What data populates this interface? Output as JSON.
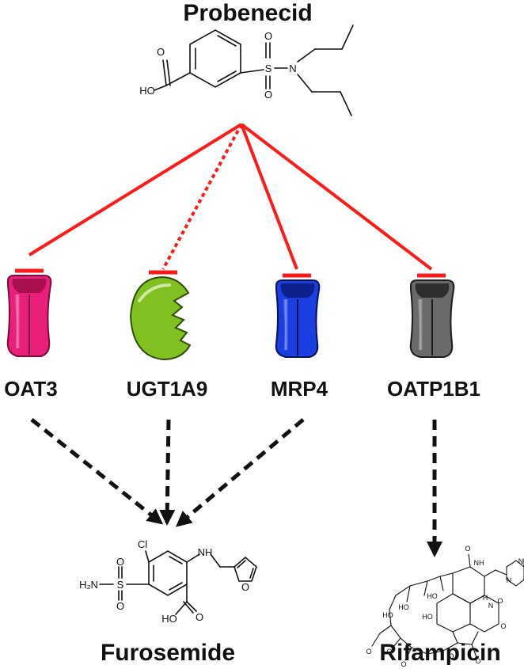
{
  "top_title": "Probenecid",
  "probenecid_atoms": {
    "oxygen": "O",
    "sulfur": "S",
    "nitrogen": "N",
    "hydroxyl": "HO"
  },
  "proteins": [
    {
      "label": "OAT3",
      "color": "#e8207a",
      "dark": "#a81050",
      "shape": "transporter"
    },
    {
      "label": "UGT1A9",
      "color": "#80c020",
      "dark": "#4c7a12",
      "shape": "enzyme"
    },
    {
      "label": "MRP4",
      "color": "#1a3ee0",
      "dark": "#0c1f8a",
      "shape": "transporter"
    },
    {
      "label": "OATP1B1",
      "color": "#6a6a6a",
      "dark": "#2e2e2e",
      "shape": "transporter"
    }
  ],
  "inhibition_color": "#ff1a1a",
  "furosemide": {
    "name": "Furosemide",
    "atoms": {
      "chloro": "Cl",
      "amino": "H₂N",
      "sulfur": "S",
      "oxygen": "O",
      "amine": "NH",
      "hydroxyl": "HO"
    }
  },
  "rifampicin": {
    "name": "Rifampicin",
    "atoms": {
      "hydroxyl": "HO",
      "oxygen": "O",
      "amide": "NH",
      "nitrogen": "N",
      "imine_h": "H"
    }
  }
}
